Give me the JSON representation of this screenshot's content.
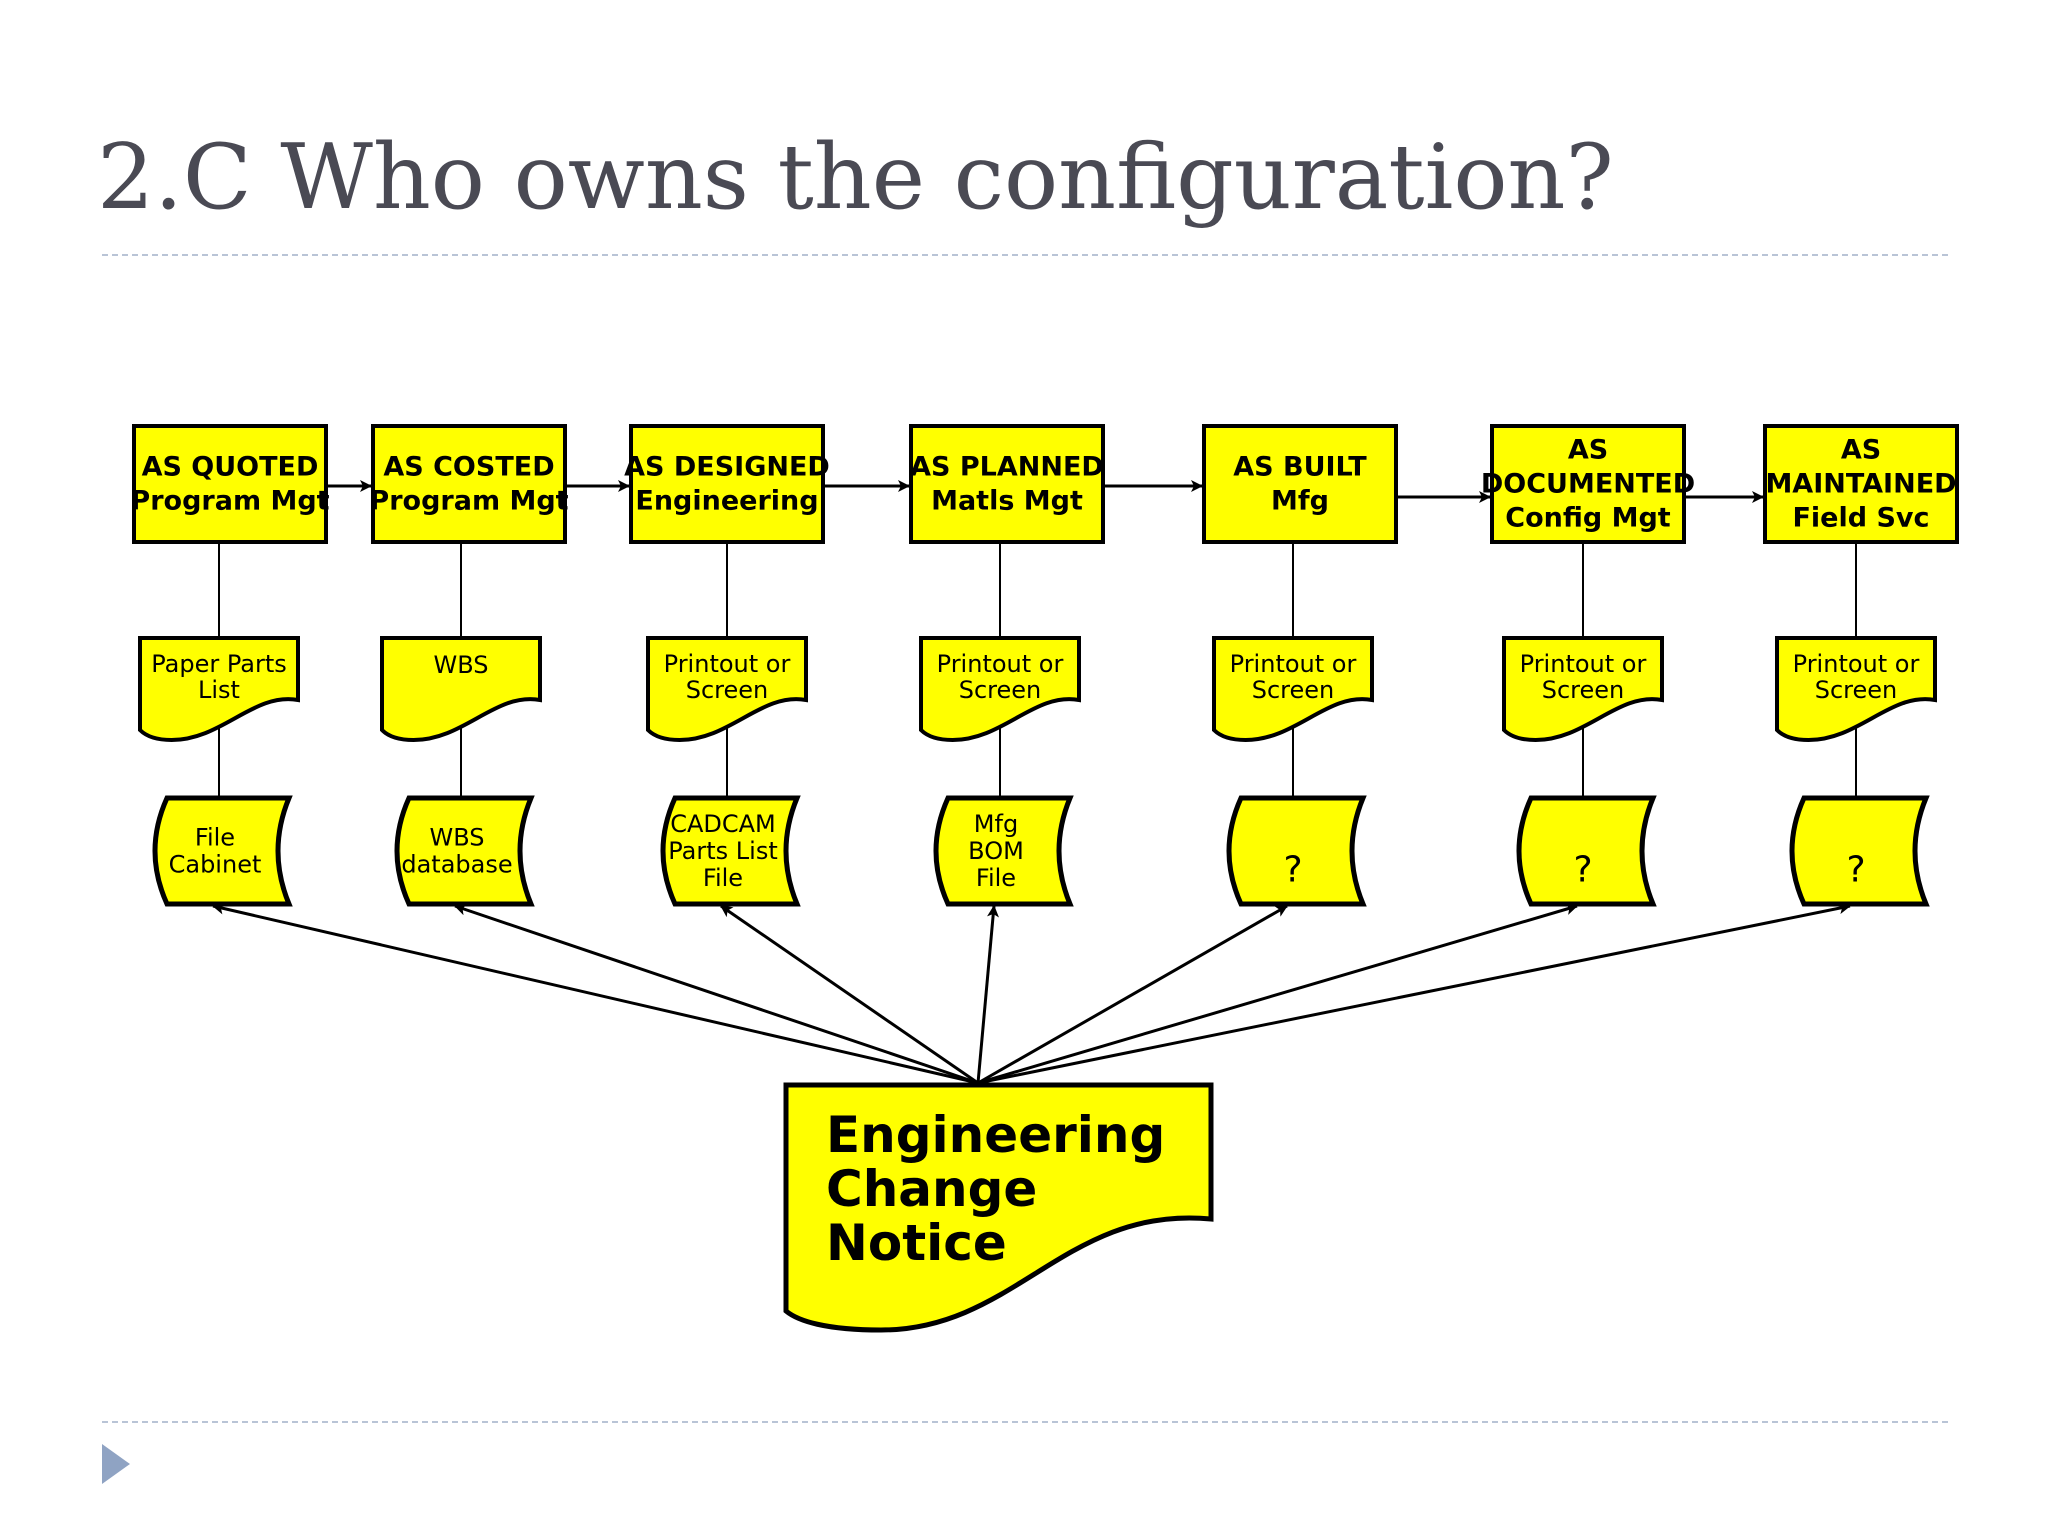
{
  "slide": {
    "title": "2.C Who owns the configuration?"
  },
  "colors": {
    "shape_fill": "#ffff00",
    "stroke": "#000000",
    "title_text": "#4a4a54",
    "rule": "#b9c4d6",
    "bullet_arrow": "#8fa3c3"
  },
  "icons": {
    "bullet": "right-triangle-icon"
  },
  "stages": [
    {
      "lines": [
        "AS QUOTED",
        "Program Mgt"
      ],
      "document": [
        "Paper Parts",
        "List"
      ],
      "storage": [
        "File",
        "Cabinet"
      ]
    },
    {
      "lines": [
        "AS COSTED",
        "Program Mgt"
      ],
      "document": [
        "WBS"
      ],
      "storage": [
        "WBS",
        "database"
      ]
    },
    {
      "lines": [
        "AS DESIGNED",
        "Engineering"
      ],
      "document": [
        "Printout or",
        "Screen"
      ],
      "storage": [
        "CADCAM",
        "Parts List",
        "File"
      ]
    },
    {
      "lines": [
        "AS PLANNED",
        "Matls Mgt"
      ],
      "document": [
        "Printout or",
        "Screen"
      ],
      "storage": [
        "Mfg",
        "BOM",
        "File"
      ]
    },
    {
      "lines": [
        "AS BUILT",
        "Mfg"
      ],
      "document": [
        "Printout or",
        "Screen"
      ],
      "storage": [
        "?"
      ]
    },
    {
      "lines": [
        "AS",
        "DOCUMENTED",
        "Config Mgt"
      ],
      "document": [
        "Printout or",
        "Screen"
      ],
      "storage": [
        "?"
      ]
    },
    {
      "lines": [
        "AS",
        "MAINTAINED",
        "Field Svc"
      ],
      "document": [
        "Printout or",
        "Screen"
      ],
      "storage": [
        "?"
      ]
    }
  ],
  "ecn": {
    "lines": [
      "Engineering",
      "Change",
      "Notice"
    ]
  }
}
